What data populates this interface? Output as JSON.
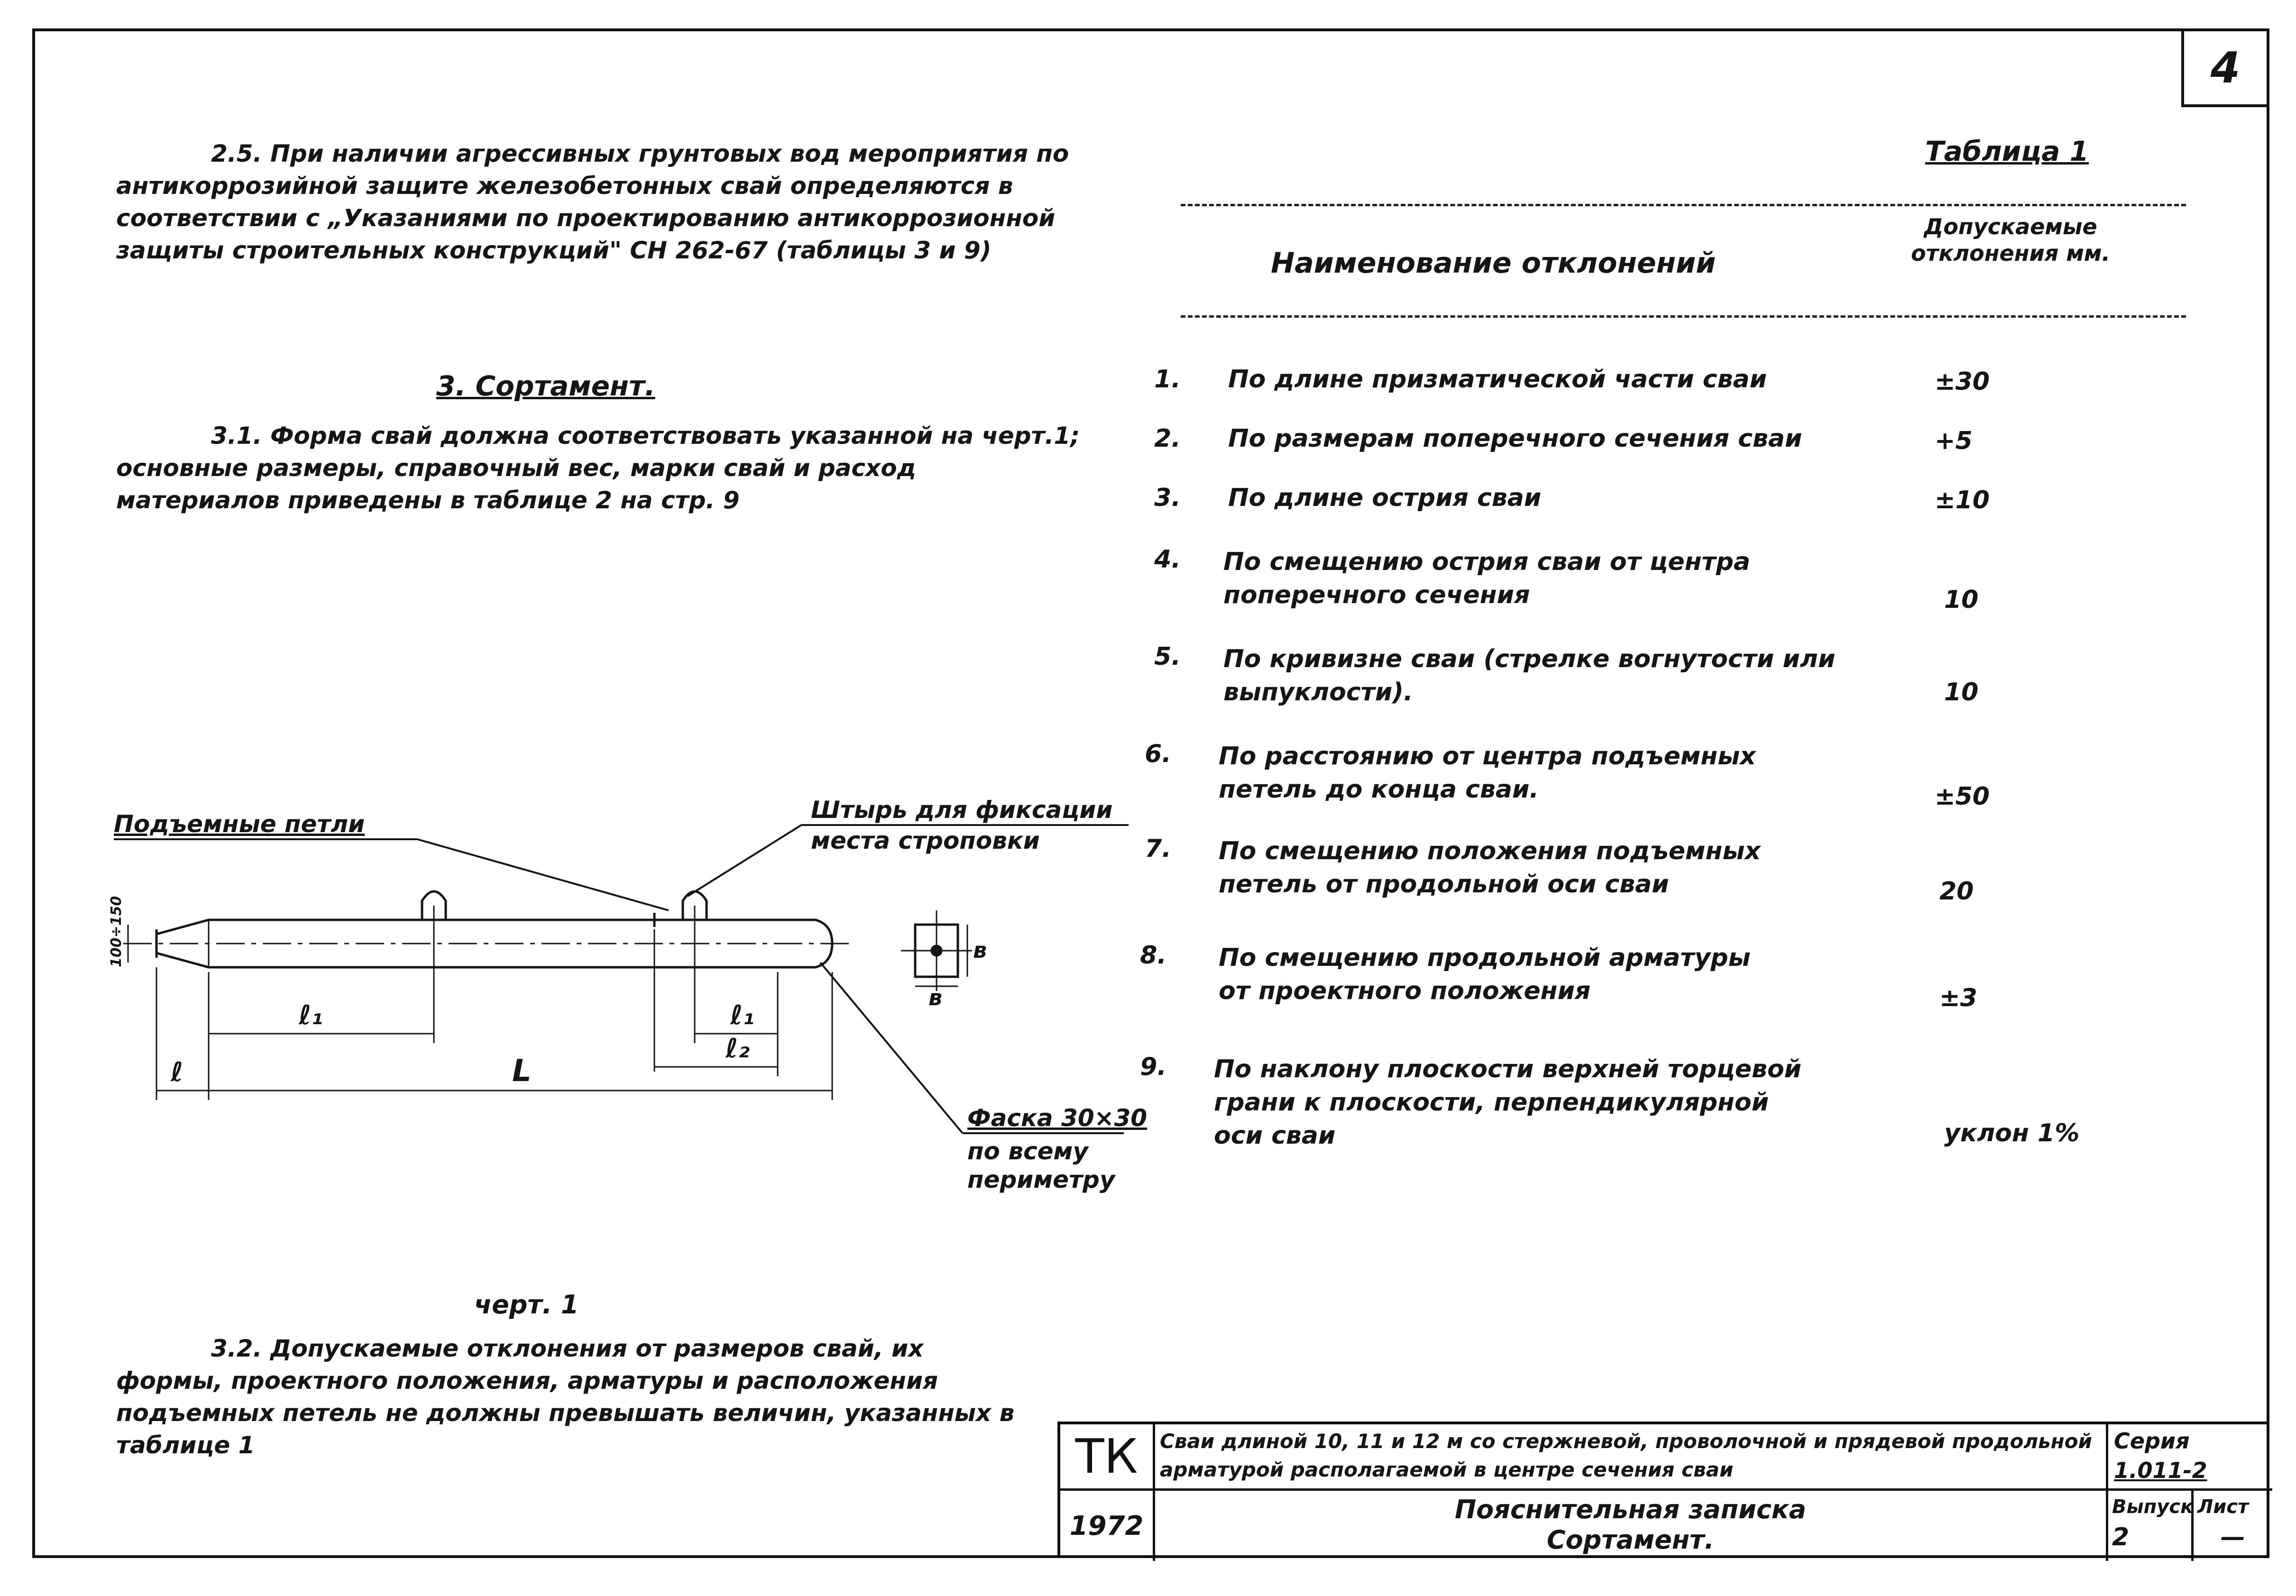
{
  "page_number": "4",
  "left_column": {
    "para_2_5": "2.5. При наличии агрессивных грунтовых вод мероприятия по антикоррозийной защите железобетонных свай определяются в соответствии с „Указаниями по проектированию антикоррозионной защиты строительных конструкций\" СН 262-67 (таблицы 3 и 9)",
    "section_3_title": "3. Сортамент.",
    "para_3_1": "3.1. Форма свай должна соответствовать указанной на черт.1; основные размеры, справочный вес, марки свай и расход материалов приведены в таблице 2 на стр. 9",
    "para_3_2": "3.2. Допускаемые отклонения от размеров свай, их формы, проектного положения, арматуры и расположения подъемных петель не должны превышать величин, указанных в таблице 1"
  },
  "drawing": {
    "callout_loops": "Подъемные петли",
    "callout_pin": "Штырь для фиксации места строповки",
    "callout_chamfer": "Фаска 30×30",
    "callout_chamfer_note": "по всему периметру",
    "dim_l1_left": "ℓ₁",
    "dim_l1_right": "ℓ₁",
    "dim_l2": "ℓ₂",
    "dim_l": "ℓ",
    "dim_L": "L",
    "dim_tip": "100÷150",
    "section_b": "в",
    "section_b_side": "в",
    "caption": "черт. 1"
  },
  "table1": {
    "title": "Таблица 1",
    "col_name": "Наименование отклонений",
    "col_tol": "Допускаемые отклонения мм.",
    "rows": [
      {
        "n": "1.",
        "text": "По длине призматической части сваи",
        "val": "±30"
      },
      {
        "n": "2.",
        "text": "По размерам поперечного сечения сваи",
        "val": "+5"
      },
      {
        "n": "3.",
        "text": "По длине острия сваи",
        "val": "±10"
      },
      {
        "n": "4.",
        "text": "По смещению острия сваи от центра поперечного сечения",
        "val": "10"
      },
      {
        "n": "5.",
        "text": "По кривизне сваи (стрелке вогнутости или выпуклости).",
        "val": "10"
      },
      {
        "n": "6.",
        "text": "По расстоянию от центра подъемных петель до конца сваи.",
        "val": "±50"
      },
      {
        "n": "7.",
        "text": "По смещению положения подъемных петель от продольной оси сваи",
        "val": "20"
      },
      {
        "n": "8.",
        "text": "По смещению продольной арматуры от проектного положения",
        "val": "±3"
      },
      {
        "n": "9.",
        "text": "По наклону плоскости верхней торцевой грани к плоскости, перпендикулярной оси сваи",
        "val": "уклон 1%"
      }
    ]
  },
  "stamp": {
    "org": "ТК",
    "year": "1972",
    "desc": "Сваи длиной 10, 11 и 12 м со стержневой, проволочной и прядевой продольной арматурой располагаемой в центре сечения сваи",
    "doc_title": "Пояснительная записка",
    "doc_subtitle": "Сортамент.",
    "series_label": "Серия",
    "series_value": "1.011-2",
    "issue_label": "Выпуск",
    "issue_value": "2",
    "sheet_label": "Лист",
    "sheet_value": "—"
  }
}
